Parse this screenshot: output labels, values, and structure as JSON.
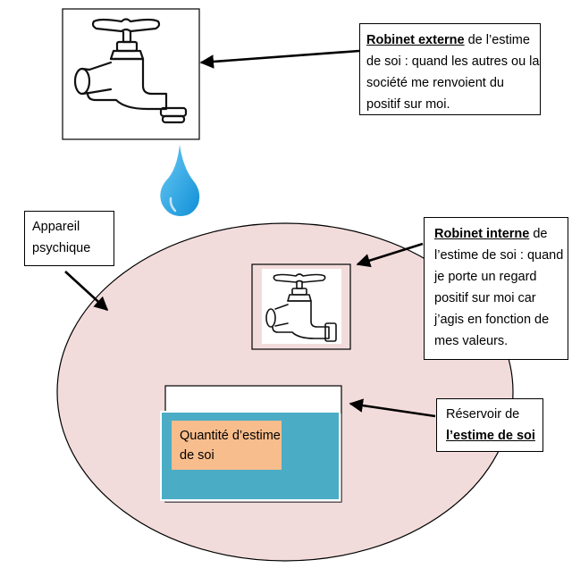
{
  "external_tap": {
    "title": "Robinet externe",
    "rest": " de l’estime de soi : quand les autres ou la société me renvoient du positif sur moi."
  },
  "internal_tap": {
    "title": "Robinet interne",
    "rest": " de l’estime de soi : quand je porte un regard positif sur moi car j’agis en fonction de mes valeurs."
  },
  "psychic_apparatus": {
    "label": "Appareil psychique"
  },
  "reservoir": {
    "prefix": "Réservoir de",
    "title": "l’estime de soi"
  },
  "quantity": {
    "label": "Quantité d’estime de soi"
  },
  "colors": {
    "circle_fill": "#f2dcdb",
    "water": "#4bacc6",
    "quantity_box": "#f8bd8c",
    "drop": "#1aa3e6"
  }
}
